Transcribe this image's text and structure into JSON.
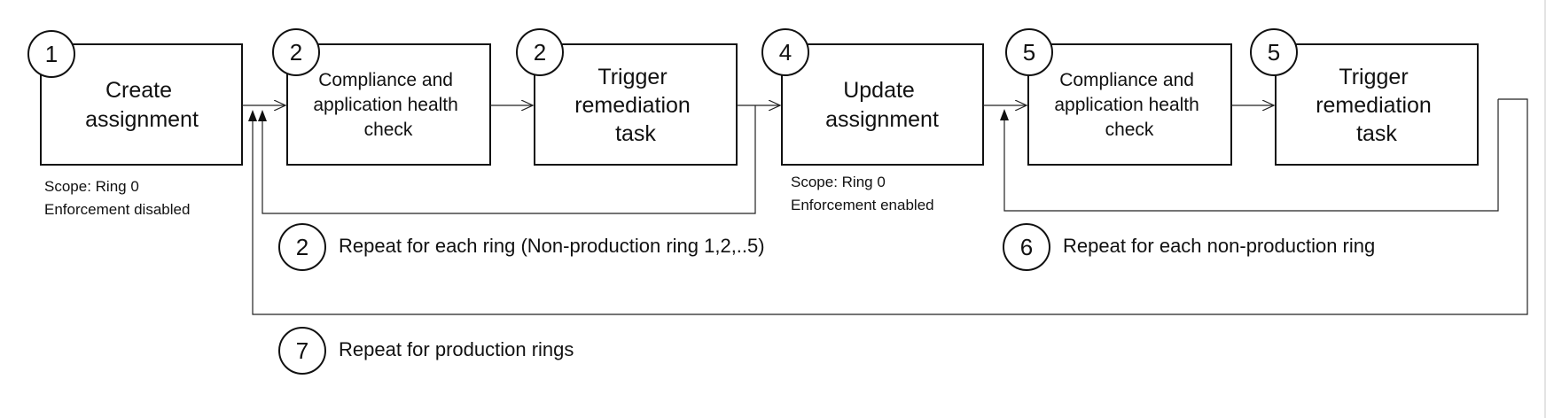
{
  "steps": [
    {
      "badge": "1",
      "lines": [
        "Create",
        "assignment"
      ]
    },
    {
      "badge": "2",
      "lines": [
        "Compliance and",
        "application health",
        "check"
      ]
    },
    {
      "badge": "2",
      "lines": [
        "Trigger",
        "remediation",
        "task"
      ]
    },
    {
      "badge": "4",
      "lines": [
        "Update",
        "assignment"
      ]
    },
    {
      "badge": "5",
      "lines": [
        "Compliance and",
        "application health",
        "check"
      ]
    },
    {
      "badge": "5",
      "lines": [
        "Trigger",
        "remediation",
        "task"
      ]
    }
  ],
  "notes": {
    "create": [
      "Scope: Ring 0",
      "Enforcement disabled"
    ],
    "update": [
      "Scope: Ring 0",
      "Enforcement enabled"
    ]
  },
  "loops": [
    {
      "badge": "2",
      "text": "Repeat for each ring (Non-production ring 1,2,..5)"
    },
    {
      "badge": "6",
      "text": "Repeat for each non-production ring"
    },
    {
      "badge": "7",
      "text": "Repeat for production rings"
    }
  ]
}
